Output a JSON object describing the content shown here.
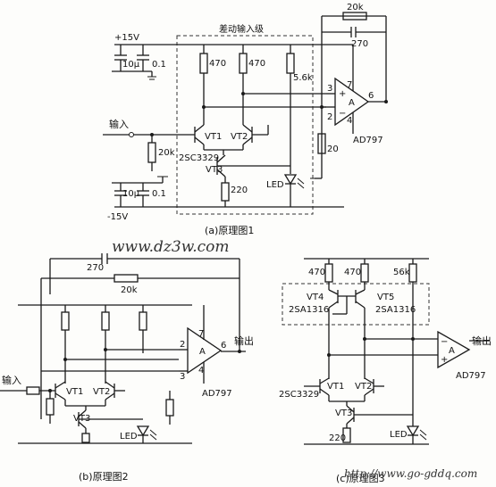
{
  "captions": {
    "a": "(a)原理图1",
    "b": "(b)原理图2",
    "c": "(c)原理图3"
  },
  "watermarks": {
    "top": "www.dz3w.com",
    "bottom": "http://www.go-gddq.com"
  },
  "a": {
    "title": "差动输入级",
    "vplus": "+15V",
    "vminus": "-15V",
    "input": "输入",
    "r_fb": "20k",
    "c_fb": "270",
    "r1": "470",
    "r2": "470",
    "r3": "5.6k",
    "r_in": "20k",
    "r_e": "220",
    "r_out": "20",
    "c1": "10μ",
    "c2": "0.1",
    "c3": "10μ",
    "c4": "0.1",
    "vt1": "VT1",
    "vt2": "VT2",
    "vt3": "VT3",
    "part": "2SC3329",
    "led": "LED",
    "amp": "A",
    "opamp": "AD797",
    "pin3": "3",
    "pin2": "2",
    "pin7": "7",
    "pin6": "6",
    "pin4": "4",
    "plus": "+",
    "minus": "−"
  },
  "b": {
    "c_fb": "270",
    "r_fb": "20k",
    "input": "输入",
    "output": "输出",
    "vt1": "VT1",
    "vt2": "VT2",
    "vt3": "VT3",
    "led": "LED",
    "amp": "A",
    "opamp": "AD797",
    "pin2": "2",
    "pin3": "3",
    "pin7": "7",
    "pin6": "6",
    "pin4": "4"
  },
  "c": {
    "r1": "470",
    "r2": "470",
    "r3": "56k",
    "vt4": "VT4",
    "vt5": "VT5",
    "p1": "2SA1316",
    "p2": "2SA1316",
    "part": "2SC3329",
    "vt1": "VT1",
    "vt2": "VT2",
    "vt3": "VT3",
    "r_e": "220",
    "led": "LED",
    "amp": "A",
    "opamp": "AD797",
    "output": "输出",
    "plus": "+",
    "minus": "−"
  }
}
